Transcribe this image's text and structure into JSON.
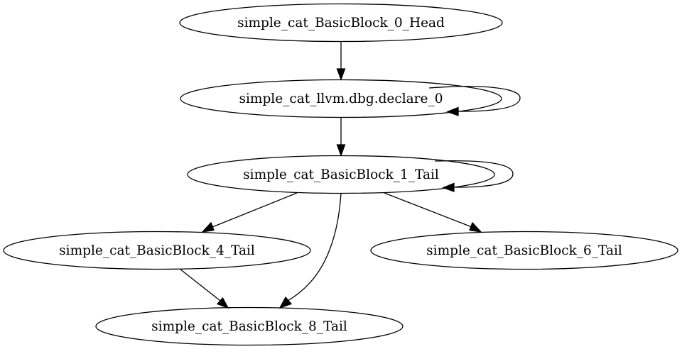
{
  "graph": {
    "nodes": {
      "head": "simple_cat_BasicBlock_0_Head",
      "declare": "simple_cat_llvm.dbg.declare_0",
      "bb1": "simple_cat_BasicBlock_1_Tail",
      "bb4": "simple_cat_BasicBlock_4_Tail",
      "bb6": "simple_cat_BasicBlock_6_Tail",
      "bb8": "simple_cat_BasicBlock_8_Tail"
    },
    "edges": [
      {
        "from": "head",
        "to": "declare"
      },
      {
        "from": "declare",
        "to": "declare"
      },
      {
        "from": "declare",
        "to": "bb1"
      },
      {
        "from": "bb1",
        "to": "bb1"
      },
      {
        "from": "bb1",
        "to": "bb4"
      },
      {
        "from": "bb1",
        "to": "bb8"
      },
      {
        "from": "bb1",
        "to": "bb6"
      },
      {
        "from": "bb4",
        "to": "bb8"
      }
    ]
  }
}
